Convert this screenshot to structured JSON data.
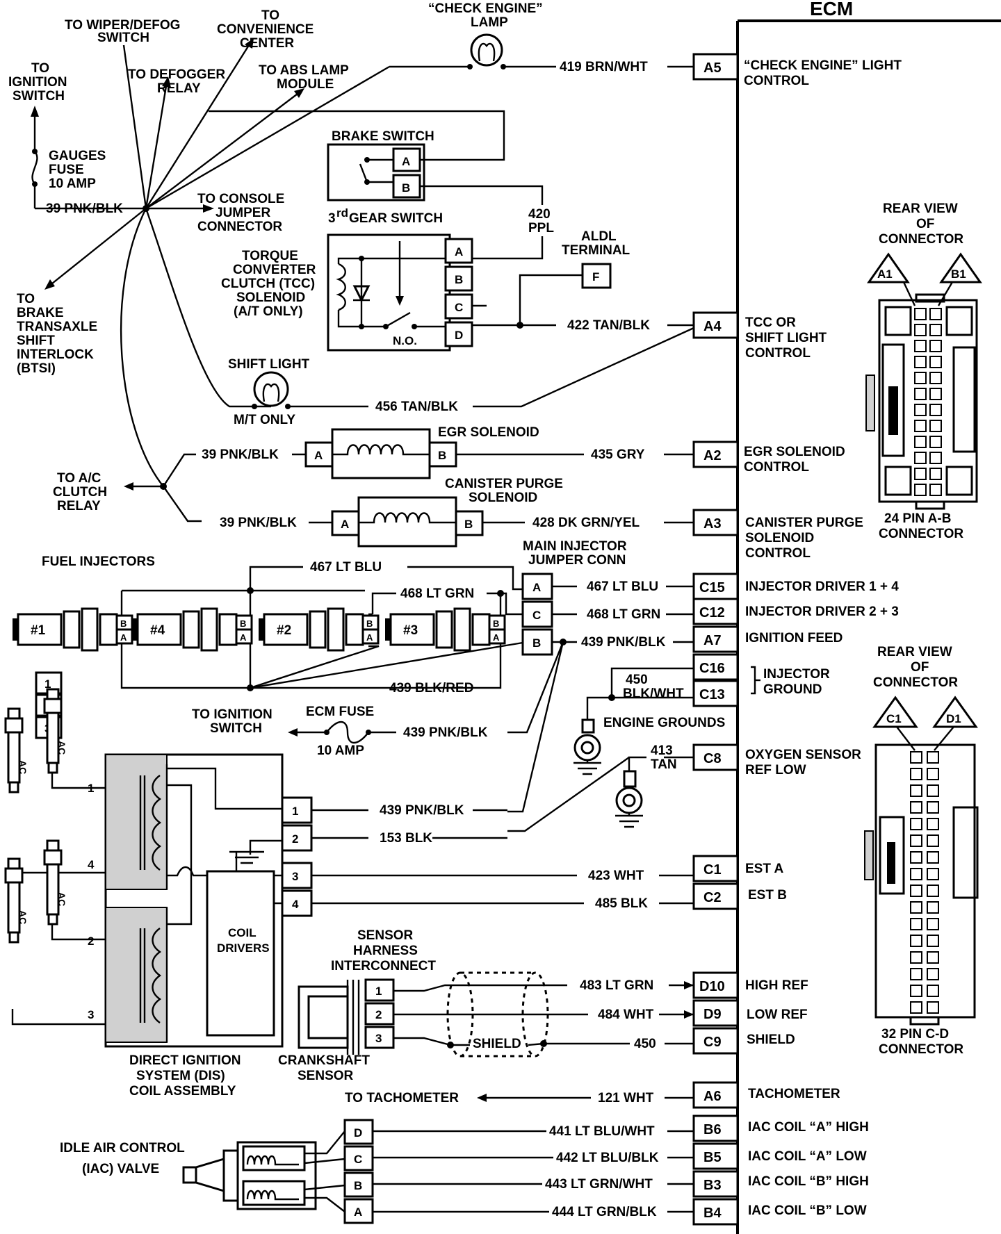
{
  "ecm": {
    "title": "ECM"
  },
  "top": {
    "wiper": [
      "TO WIPER/DEFOG",
      "SWITCH"
    ],
    "convenience": [
      "TO",
      "CONVENIENCE",
      "CENTER"
    ],
    "check_engine_lamp": [
      "“CHECK ENGINE”",
      "LAMP"
    ],
    "ignition_switch": [
      "TO",
      "IGNITION",
      "SWITCH"
    ],
    "defogger": [
      "TO DEFOGGER",
      "RELAY"
    ],
    "abs_lamp": [
      "TO ABS LAMP",
      "MODULE"
    ],
    "gauges_fuse": [
      "GAUGES",
      "FUSE",
      "10 AMP"
    ],
    "console_jumper": [
      "TO CONSOLE",
      "JUMPER",
      "CONNECTOR"
    ],
    "brake_transaxle": [
      "TO",
      "BRAKE",
      "TRANSAXLE",
      "SHIFT",
      "INTERLOCK",
      "(BTSI)"
    ],
    "ac_clutch": [
      "TO A/C",
      "CLUTCH",
      "RELAY"
    ]
  },
  "components": {
    "brake_switch": "BRAKE SWITCH",
    "third_gear_sup": "rd",
    "third_gear_pre": "3",
    "third_gear": " GEAR SWITCH",
    "tcc": [
      "TORQUE",
      "CONVERTER",
      "CLUTCH (TCC)",
      "SOLENOID",
      "(A/T ONLY)"
    ],
    "no": "N.O.",
    "aldl": [
      "ALDL",
      "TERMINAL"
    ],
    "shift_light": "SHIFT LIGHT",
    "mt_only": "M/T ONLY",
    "egr_solenoid": "EGR SOLENOID",
    "canister": [
      "CANISTER PURGE",
      "SOLENOID"
    ],
    "fuel_injectors": "FUEL INJECTORS",
    "main_injector": [
      "MAIN INJECTOR",
      "JUMPER CONN"
    ],
    "ecm_fuse": "ECM FUSE",
    "ecm_fuse_amp": "10 AMP",
    "to_ignition": [
      "TO IGNITION",
      "SWITCH"
    ],
    "engine_grounds": "ENGINE GROUNDS",
    "coil_drivers": [
      "COIL",
      "DRIVERS"
    ],
    "dis": [
      "DIRECT IGNITION",
      "SYSTEM (DIS)",
      "COIL ASSEMBLY"
    ],
    "sensor_harness": [
      "SENSOR",
      "HARNESS",
      "INTERCONNECT"
    ],
    "crankshaft": [
      "CRANKSHAFT",
      "SENSOR"
    ],
    "shield": "SHIELD",
    "to_tach": "TO TACHOMETER",
    "iac_valve": [
      "IDLE AIR CONTROL",
      "(IAC) VALVE"
    ],
    "ac_plug": "AC",
    "injector_numbers": [
      "#1",
      "#4",
      "#2",
      "#3"
    ],
    "legend": [
      "1",
      "2",
      "3"
    ],
    "coil_terminals": [
      "1",
      "4",
      "2",
      "3"
    ]
  },
  "wires": {
    "w419": "419 BRN/WHT",
    "w39a": "39 PNK/BLK",
    "w420": [
      "420",
      "PPL"
    ],
    "w422": "422 TAN/BLK",
    "w456": "456 TAN/BLK",
    "w39b": "39 PNK/BLK",
    "w435": "435 GRY",
    "w39c": "39 PNK/BLK",
    "w428": "428 DK GRN/YEL",
    "w467a": "467 LT BLU",
    "w468a": "468 LT GRN",
    "w467b": "467 LT BLU",
    "w468b": "468 LT GRN",
    "w439a": "439 PNK/BLK",
    "w439red": "439 BLK/RED",
    "w450": [
      "450",
      "BLK/WHT"
    ],
    "w439b": "439 PNK/BLK",
    "w413": [
      "413",
      "TAN"
    ],
    "w439c": "439 PNK/BLK",
    "w153": "153 BLK",
    "w423": "423 WHT",
    "w485": "485 BLK",
    "w483": "483 LT GRN",
    "w484": "484 WHT",
    "w450s": "450",
    "w121": "121 WHT",
    "w441": "441 LT BLU/WHT",
    "w442": "442 LT BLU/BLK",
    "w443": "443 LT GRN/WHT",
    "w444": "444 LT GRN/BLK"
  },
  "pins": {
    "A5": "A5",
    "A4": "A4",
    "A2": "A2",
    "A3": "A3",
    "C15": "C15",
    "C12": "C12",
    "A7": "A7",
    "C16": "C16",
    "C13": "C13",
    "C8": "C8",
    "C1": "C1",
    "C2": "C2",
    "D10": "D10",
    "D9": "D9",
    "C9": "C9",
    "A6": "A6",
    "B6": "B6",
    "B5": "B5",
    "B3": "B3",
    "B4": "B4"
  },
  "ecm_labels": {
    "A5": [
      "“CHECK ENGINE” LIGHT",
      "CONTROL"
    ],
    "A4": [
      "TCC OR",
      "SHIFT LIGHT",
      "CONTROL"
    ],
    "A2": [
      "EGR SOLENOID",
      "CONTROL"
    ],
    "A3": [
      "CANISTER PURGE",
      "SOLENOID",
      "CONTROL"
    ],
    "C15": "INJECTOR DRIVER 1  + 4",
    "C12": "INJECTOR DRIVER 2  + 3",
    "A7": "IGNITION FEED",
    "inj_ground": [
      "INJECTOR",
      "GROUND"
    ],
    "C8": [
      "OXYGEN SENSOR",
      "REF LOW"
    ],
    "C1": "EST A",
    "C2": "EST B",
    "D10": "HIGH REF",
    "D9": "LOW REF",
    "C9": "SHIELD",
    "A6": "TACHOMETER",
    "B6": "IAC COIL “A” HIGH",
    "B5": "IAC COIL “A” LOW",
    "B3": "IAC COIL “B” HIGH",
    "B4": "IAC COIL “B” LOW"
  },
  "connectors": {
    "rear_view_ab": [
      "REAR VIEW",
      "OF",
      "CONNECTOR"
    ],
    "ab_a1": "A1",
    "ab_b1": "B1",
    "ab_name": [
      "24 PIN  A-B",
      "CONNECTOR"
    ],
    "rear_view_cd": [
      "REAR VIEW",
      "OF",
      "CONNECTOR"
    ],
    "cd_c1": "C1",
    "cd_d1": "D1",
    "cd_name": [
      "32  PIN C-D",
      "CONNECTOR"
    ]
  },
  "local_pins": {
    "brake": [
      "A",
      "B"
    ],
    "gear": [
      "A",
      "B",
      "C",
      "D"
    ],
    "aldl": "F",
    "egr": [
      "A",
      "B"
    ],
    "can": [
      "A",
      "B"
    ],
    "inj": [
      "A",
      "C",
      "B"
    ],
    "injpin": [
      "B",
      "A"
    ],
    "dis": [
      "1",
      "2",
      "3",
      "4"
    ],
    "crank": [
      "1",
      "2",
      "3"
    ],
    "iac": [
      "D",
      "C",
      "B",
      "A"
    ]
  }
}
